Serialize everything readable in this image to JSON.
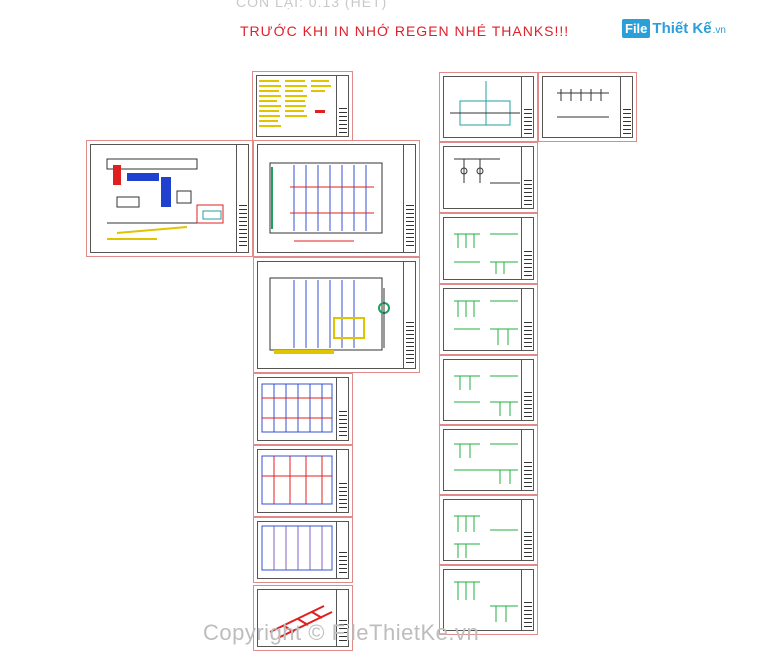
{
  "header": {
    "top_note": "CÒN LẠI: 0.13 (HẾT)",
    "warning": "TRƯỚC KHI IN NHỚ REGEN  NHÉ THANKS!!!"
  },
  "logo": {
    "box": "File",
    "text": "Thiết Kế",
    "suffix": ".vn"
  },
  "watermark": "Copyright © FileThietKe.vn",
  "colors": {
    "warning": "#e0202a",
    "brand": "#2a9fd8",
    "sheet_border": "#e08a8a"
  }
}
